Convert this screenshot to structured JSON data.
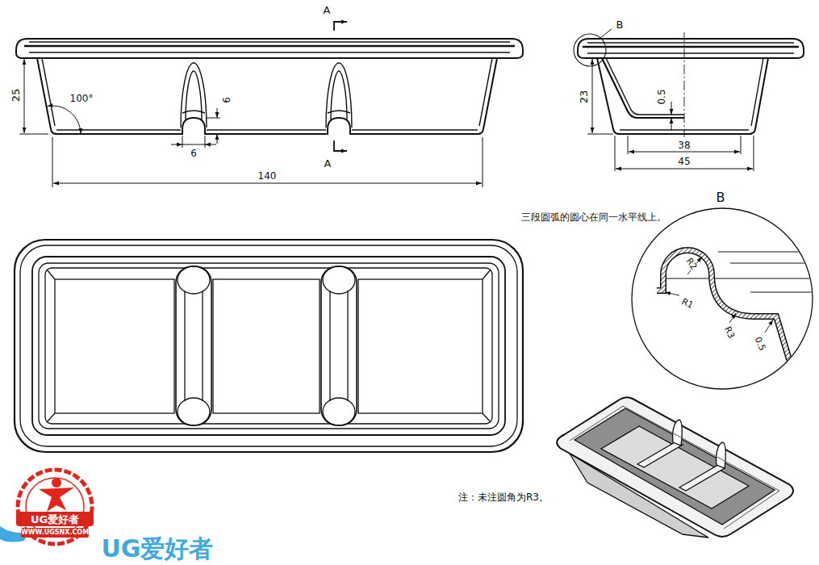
{
  "diagram": {
    "labels": [
      "A",
      "25",
      "100°",
      "6",
      "6",
      "A",
      "140",
      "B",
      "23",
      "0.5",
      "38",
      "45",
      "B",
      "三段圆弧的圆心在同一水平线上。",
      "R2",
      "R1",
      "R3",
      "0.5",
      "注：未注圆角为R3。",
      "UG爱好者",
      "WWW.UGSNX.COM",
      "UG爱好者"
    ]
  }
}
